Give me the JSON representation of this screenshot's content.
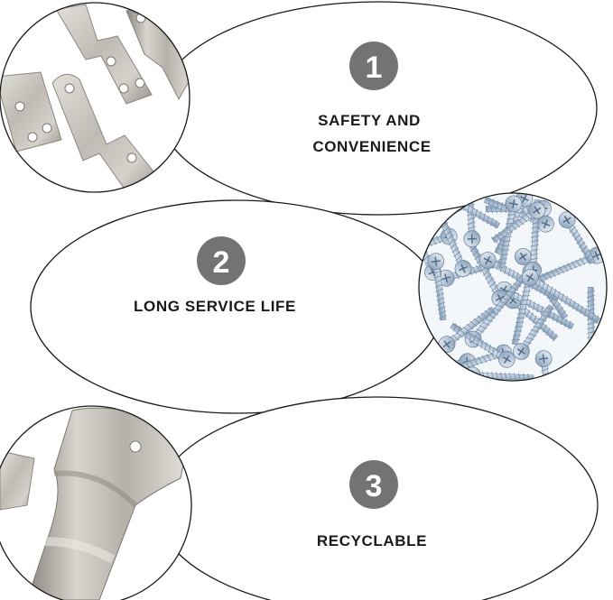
{
  "features": [
    {
      "number": "1",
      "line1": "SAFETY AND",
      "line2": "CONVENIENCE"
    },
    {
      "number": "2",
      "line1": "LONG SERVICE LIFE"
    },
    {
      "number": "3",
      "line1": "RECYCLABLE"
    }
  ],
  "colors": {
    "badge": "#737373",
    "outline": "#1a1a1a",
    "metal_light": "#d9d6d1",
    "metal_mid": "#b3aea7",
    "metal_dark": "#7d7870",
    "screw_zinc": "#c9d6e2",
    "screw_blue": "#8fa9c4"
  },
  "icons": [
    "bracket-photo",
    "screws-photo",
    "bent-clip-photo"
  ]
}
